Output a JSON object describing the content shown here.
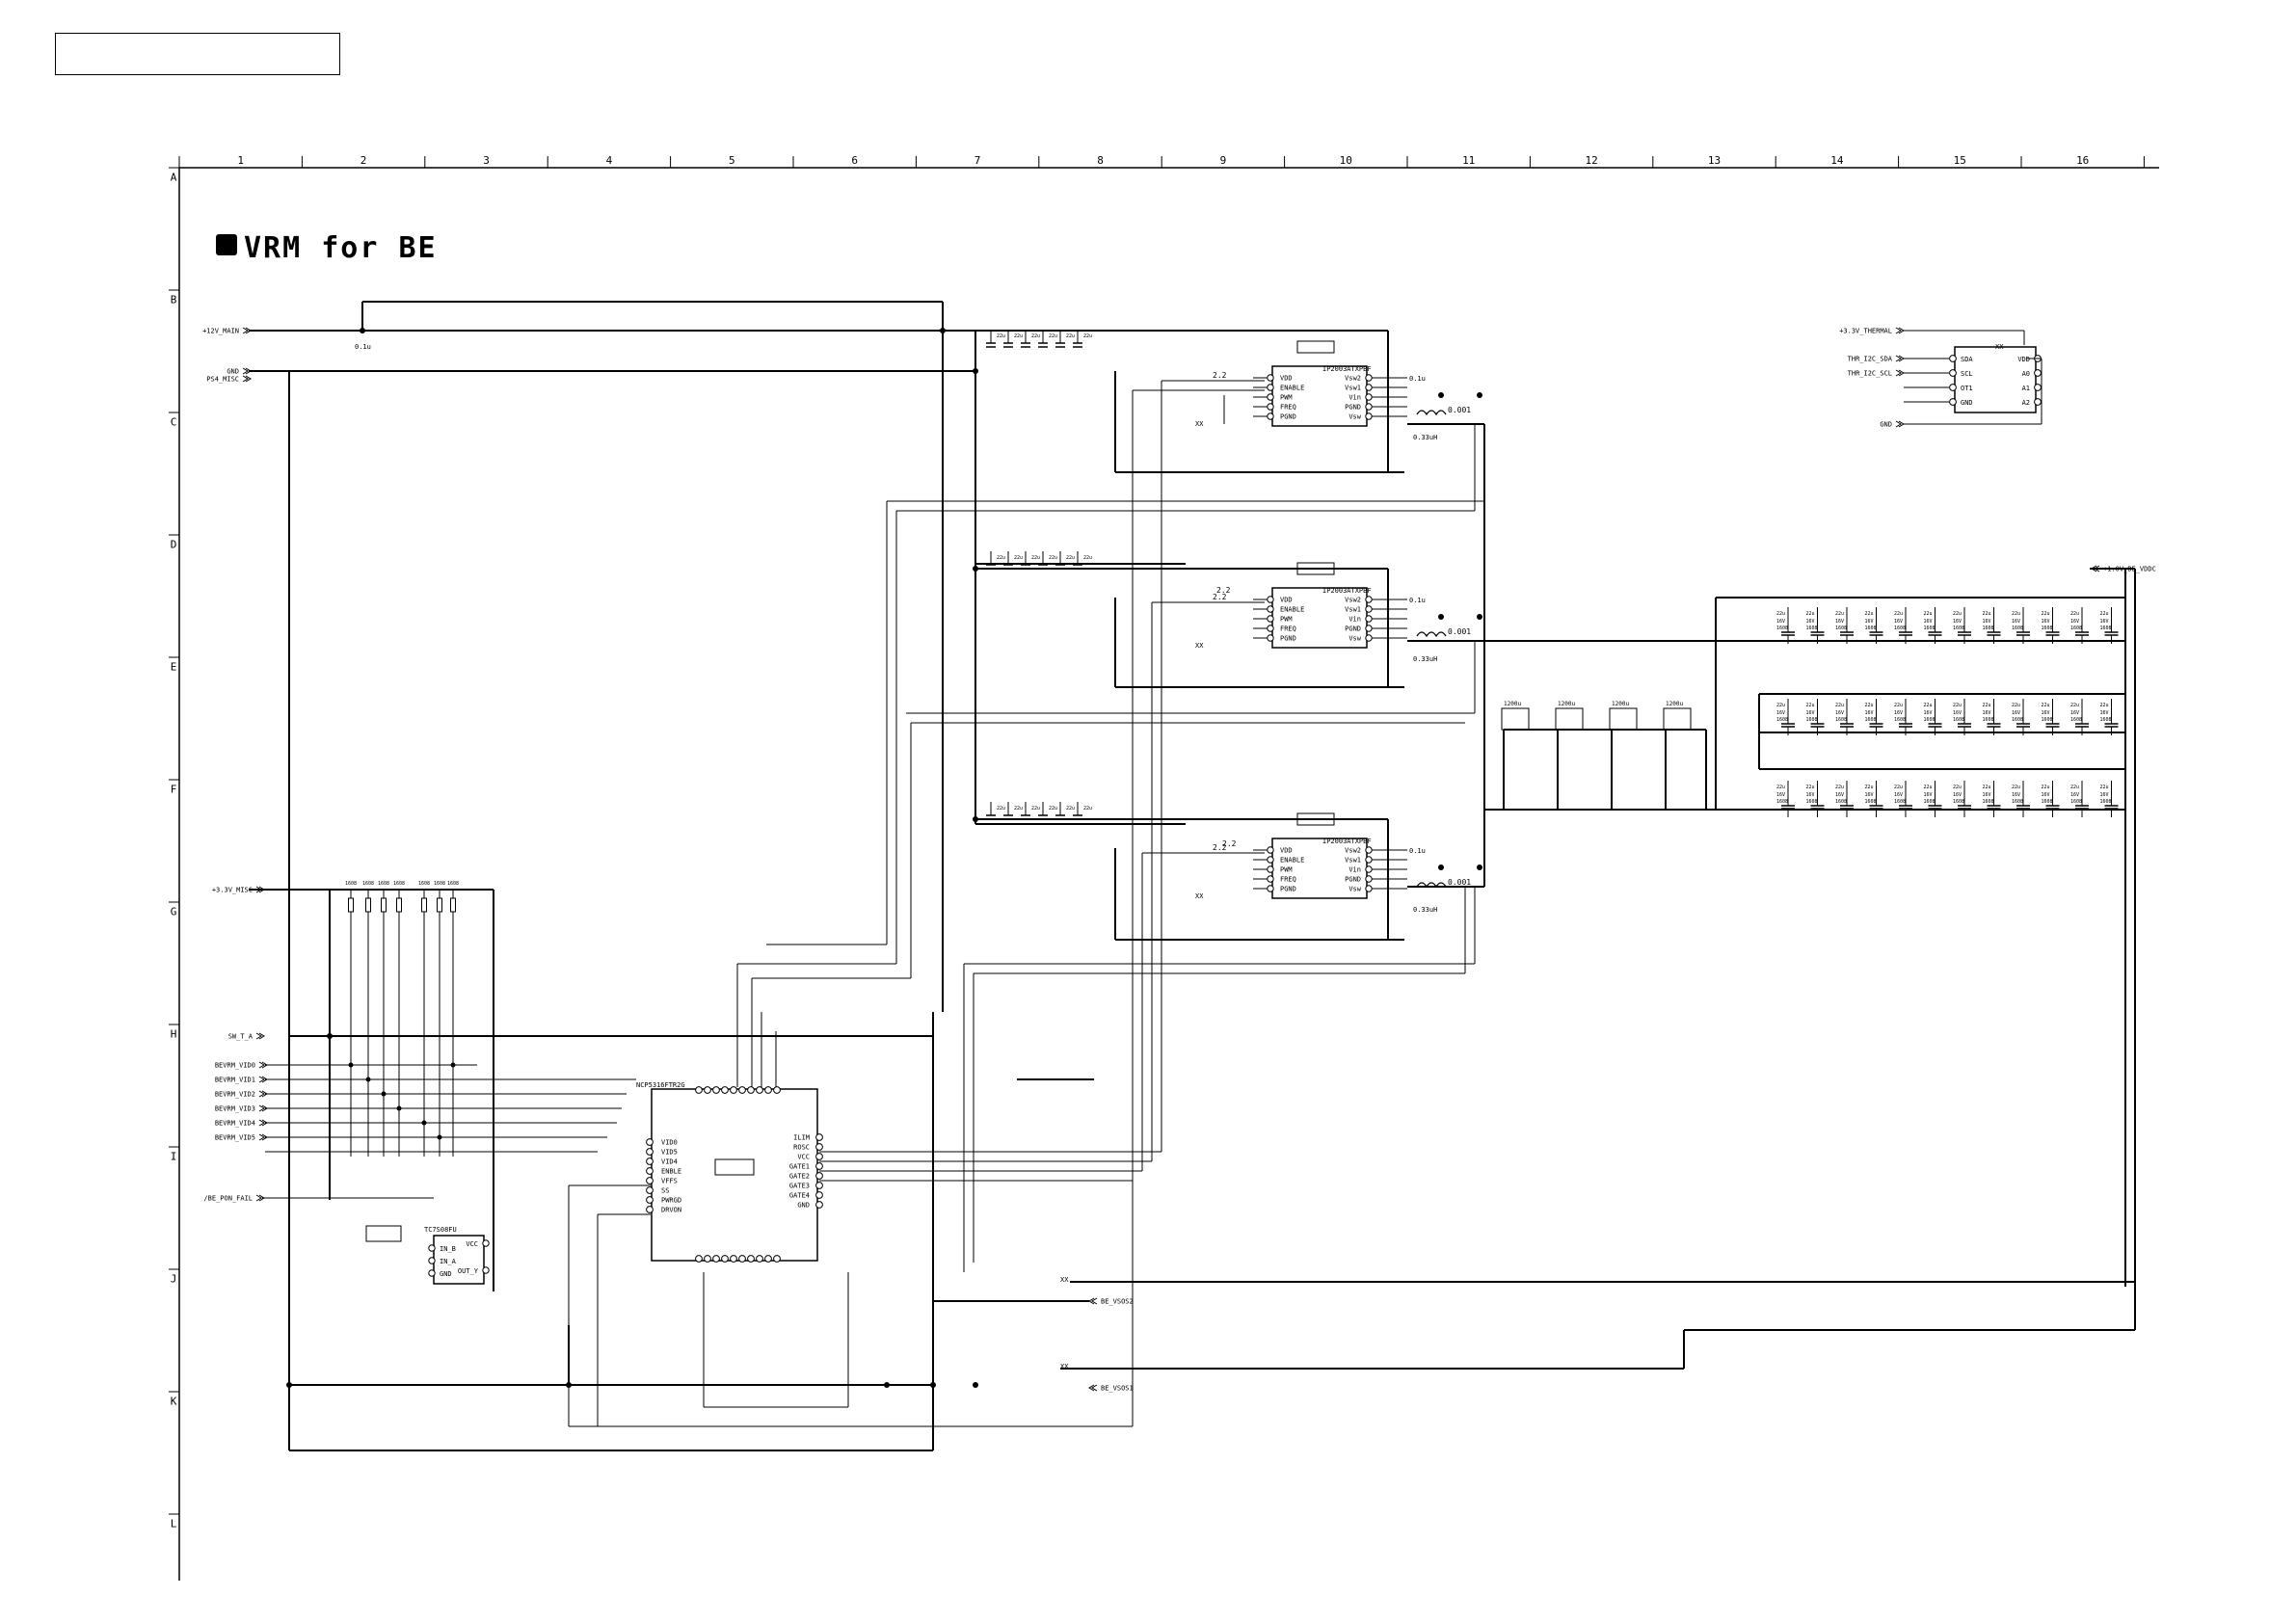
{
  "title": "VRM for BE",
  "grid": {
    "columns": [
      "1",
      "2",
      "3",
      "4",
      "5",
      "6",
      "7",
      "8",
      "9",
      "10",
      "11",
      "12",
      "13",
      "14",
      "15",
      "16"
    ],
    "rows": [
      "A",
      "B",
      "C",
      "D",
      "E",
      "F",
      "G",
      "H",
      "I",
      "J",
      "K",
      "L"
    ]
  },
  "ports_left": [
    {
      "label": "+12V_MAIN"
    },
    {
      "label": "GND"
    },
    {
      "label": "PS4_MISC"
    },
    {
      "label": "+3.3V_MISC"
    },
    {
      "label": "SW_T_A"
    },
    {
      "label": "BEVRM_VID0"
    },
    {
      "label": "BEVRM_VID1"
    },
    {
      "label": "BEVRM_VID2"
    },
    {
      "label": "BEVRM_VID3"
    },
    {
      "label": "BEVRM_VID4"
    },
    {
      "label": "BEVRM_VID5"
    },
    {
      "label": "/BE_PON_FAIL"
    }
  ],
  "ports_right": [
    {
      "label": "+3.3V_THERMAL"
    },
    {
      "label": "THR_I2C_SDA"
    },
    {
      "label": "THR_I2C_SCL"
    },
    {
      "label": "GND"
    },
    {
      "label": "+1.0V_BE_VDDC"
    },
    {
      "label": "BE_VSOS2"
    },
    {
      "label": "BE_VSOS1"
    }
  ],
  "driver_ic": {
    "name": "IP2003ATXPBF",
    "pins_left": [
      "VDD",
      "ENABLE",
      "PWM",
      "FREQ",
      "PGND"
    ],
    "pins_right": [
      "Vsw2",
      "Vsw1",
      "Vin",
      "PGND",
      "Vsw"
    ]
  },
  "controller_ic": {
    "name": "NCP5316FTR2G",
    "pins_left": [
      "VID0",
      "VID5",
      "VID4",
      "ENBLE",
      "VFFS",
      "SS",
      "PWRGD",
      "DRVON"
    ],
    "pins_right": [
      "ILIM",
      "ROSC",
      "VCC",
      "GATE1",
      "GATE2",
      "GATE3",
      "GATE4",
      "GND"
    ]
  },
  "thermal_ic": {
    "pins_left": [
      "SDA",
      "SCL",
      "OT1",
      "GND"
    ],
    "pins_right": [
      "VDD",
      "A0",
      "A1",
      "A2"
    ]
  },
  "mosfet_ic": {
    "name": "TC7S08FU",
    "pins": [
      "IN_B",
      "IN_A",
      "GND",
      "VCC",
      "OUT_Y"
    ]
  },
  "labels": {
    "inductor1": "0.001",
    "inductor2": "0.001",
    "inductor3": "0.001",
    "cap_hf": "0.33uH",
    "cap_big": "1200u",
    "bank_cap": "22u",
    "bank_rating": "16V",
    "bank_pkg": "1608",
    "res_small": "2.2",
    "misc_xx": "XX",
    "cap_01u": "0.1u",
    "res_1608": "1608"
  }
}
